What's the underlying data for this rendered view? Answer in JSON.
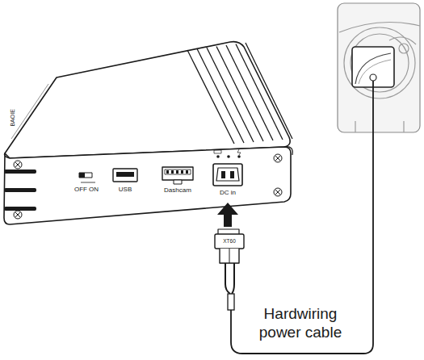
{
  "diagram": {
    "labels": [
      "BAOIE",
      "OFF",
      "ON",
      "USB",
      "Dashcam",
      "DC in",
      "XT60",
      "Hardwiring power cable"
    ]
  }
}
